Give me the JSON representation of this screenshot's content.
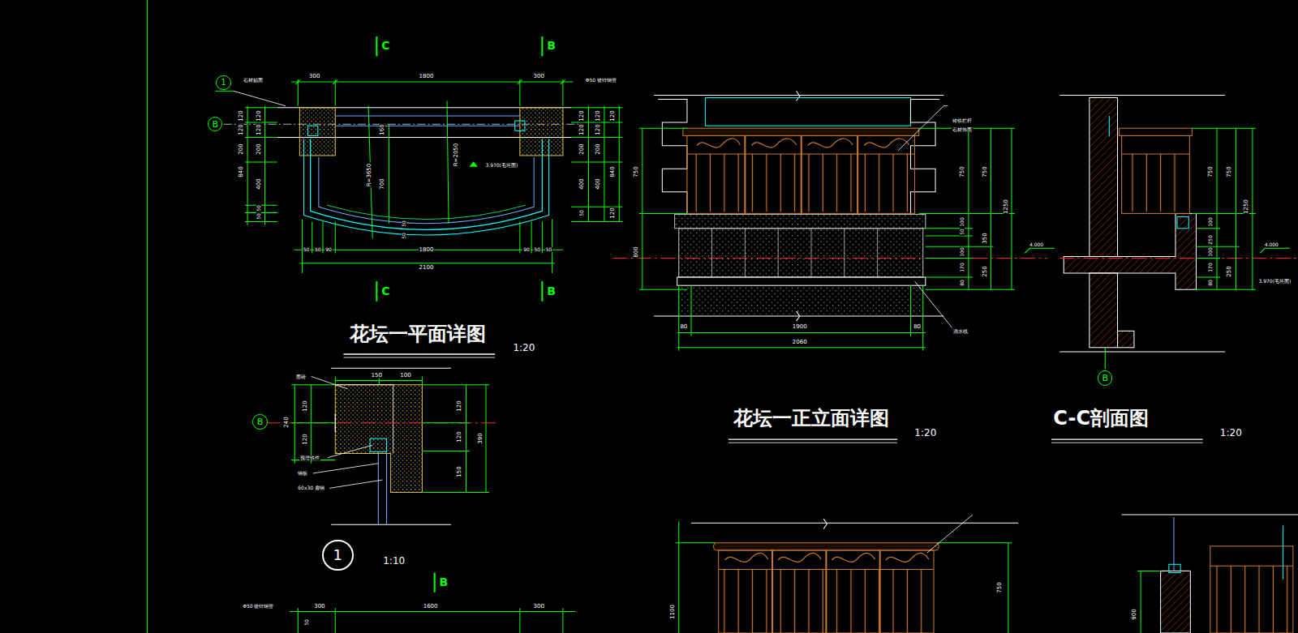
{
  "diagram": {
    "nodes": [
      {
        "text": [
          "1"
        ]
      },
      {
        "text": [
          "B"
        ]
      },
      {
        "text": [
          "B"
        ]
      },
      {
        "text": [
          "B"
        ]
      },
      {
        "text": [
          "1"
        ]
      }
    ],
    "labels": [
      "C",
      "B",
      "C",
      "B",
      "300",
      "1800",
      "300",
      "石材贴面",
      "Φ50 镀锌钢管",
      "120",
      "120",
      "200",
      "840",
      "120",
      "120",
      "200",
      "400",
      "50",
      "50",
      "120",
      "120",
      "200",
      "400",
      "50",
      "120",
      "120",
      "200",
      "400",
      "120",
      "840",
      "120",
      "160",
      "700",
      "R=3650",
      "R=2050",
      "3.970(毛坯面)",
      "50",
      "50",
      "50",
      "50",
      "90",
      "1800",
      "90",
      "50",
      "50",
      "2100",
      "花坛一平面详图",
      "1:20",
      "铸铁栏杆",
      "石材饰面",
      "750",
      "800",
      "750",
      "100",
      "50",
      "100",
      "170",
      "80",
      "750",
      "350",
      "250",
      "1250",
      "4.000",
      "80",
      "1900",
      "80",
      "2060",
      "滴水线",
      "花坛一正立面详图",
      "1:20",
      "750",
      "100",
      "250",
      "100",
      "170",
      "80",
      "750",
      "250",
      "1250",
      "4.000",
      "3.970(毛坯面)",
      "C-C剖面图",
      "1:20",
      "150",
      "100",
      "240",
      "120",
      "120",
      "120",
      "120",
      "150",
      "390",
      "面砖",
      "预埋铁件",
      "钢板",
      "60x30 扁钢",
      "1:10",
      "B",
      "300",
      "1600",
      "300",
      "Φ50 镀锌钢管",
      "50",
      "750",
      "1100",
      "900"
    ]
  }
}
